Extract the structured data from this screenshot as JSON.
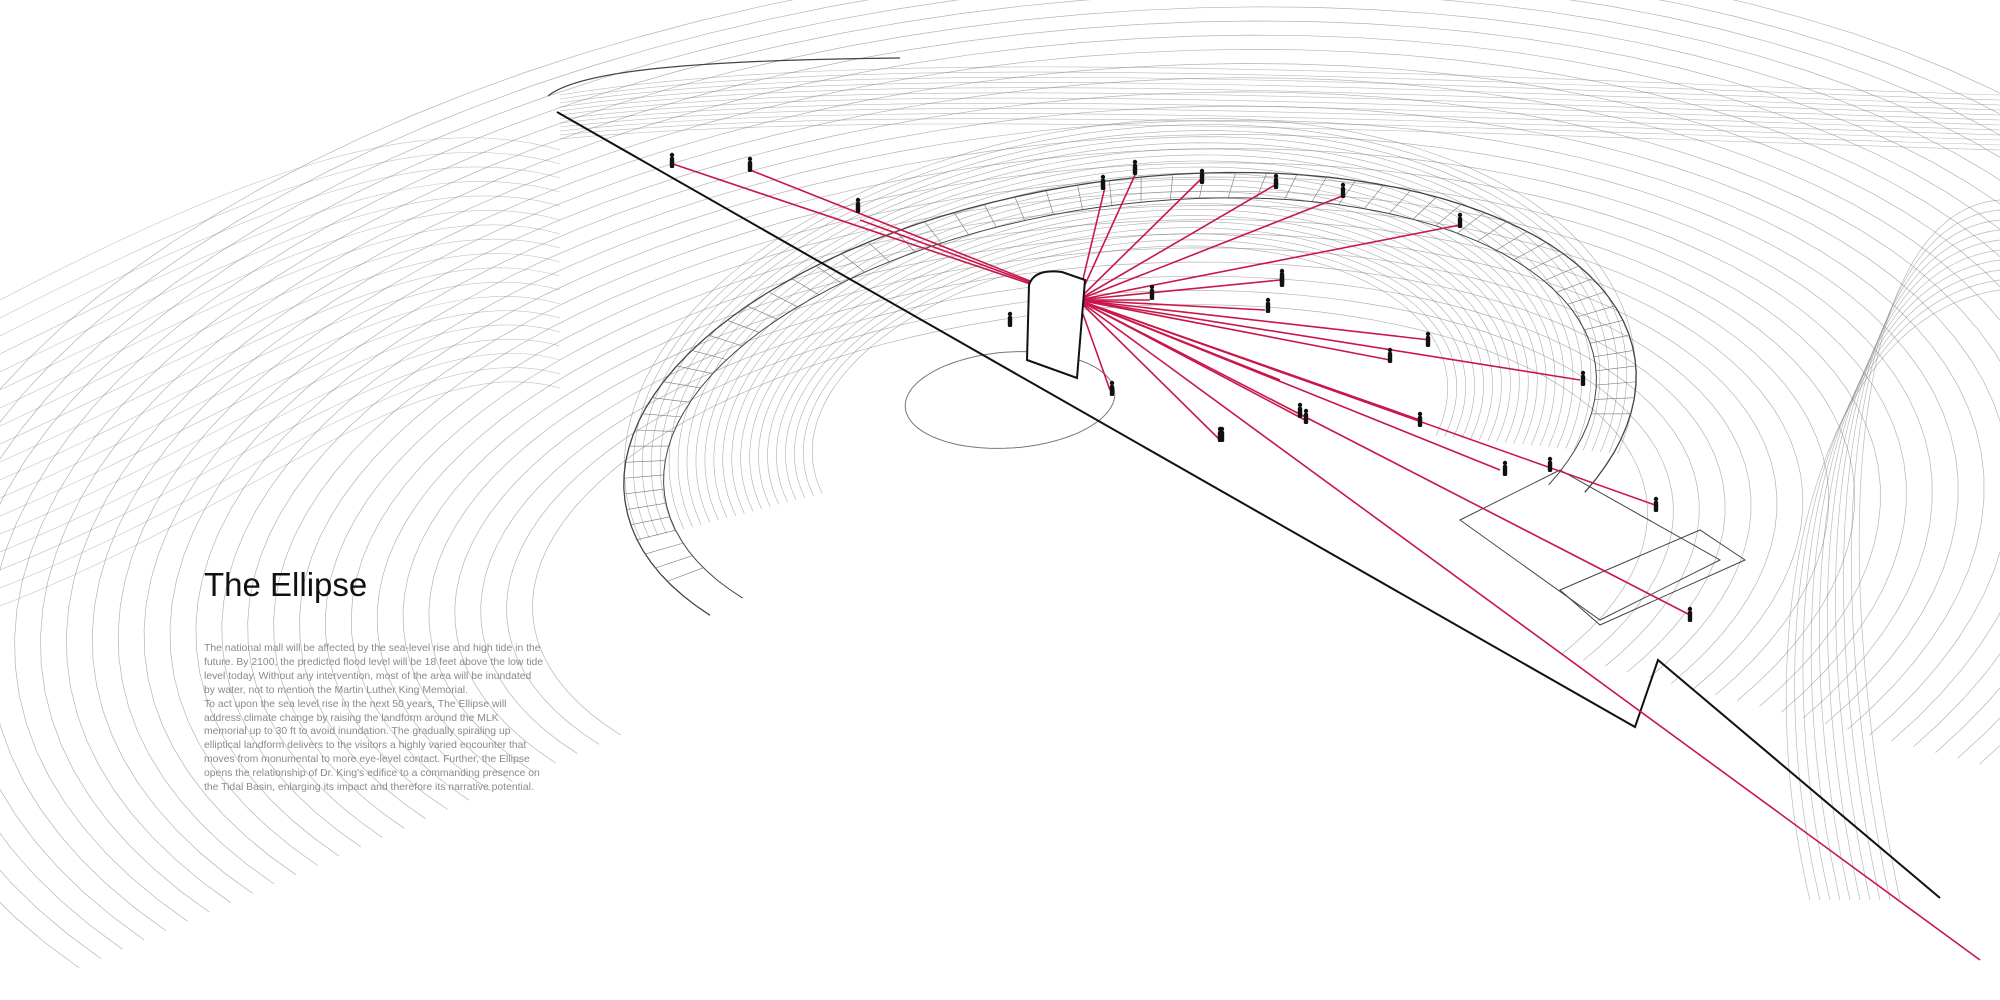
{
  "panel": {
    "title": "The Ellipse",
    "paragraphs": [
      "The national mall will be affected by the sea-level rise and high tide in the future. By 2100, the predicted flood level will be 18 feet above the low tide level today. Without any intervention, most of the area will be inundated by water, not to mention the Martin Luther King Memorial.",
      "To act upon the sea level rise in the next 50 years, The Ellipse will address climate change by raising the landform around the MLK memorial up to 30 ft to avoid inundation. The gradually spiraling up elliptical landform delivers to the visitors a highly varied encounter that moves from monumental to more eye-level contact. Further, the Ellipse opens the relationship of Dr. King's edifice to a commanding presence on the Tidal Basin, enlarging its impact and therefore its narrative potential."
    ]
  },
  "colors": {
    "sightline": "#c8174b",
    "linework": "#777777",
    "structure": "#111111",
    "background": "#ffffff"
  }
}
